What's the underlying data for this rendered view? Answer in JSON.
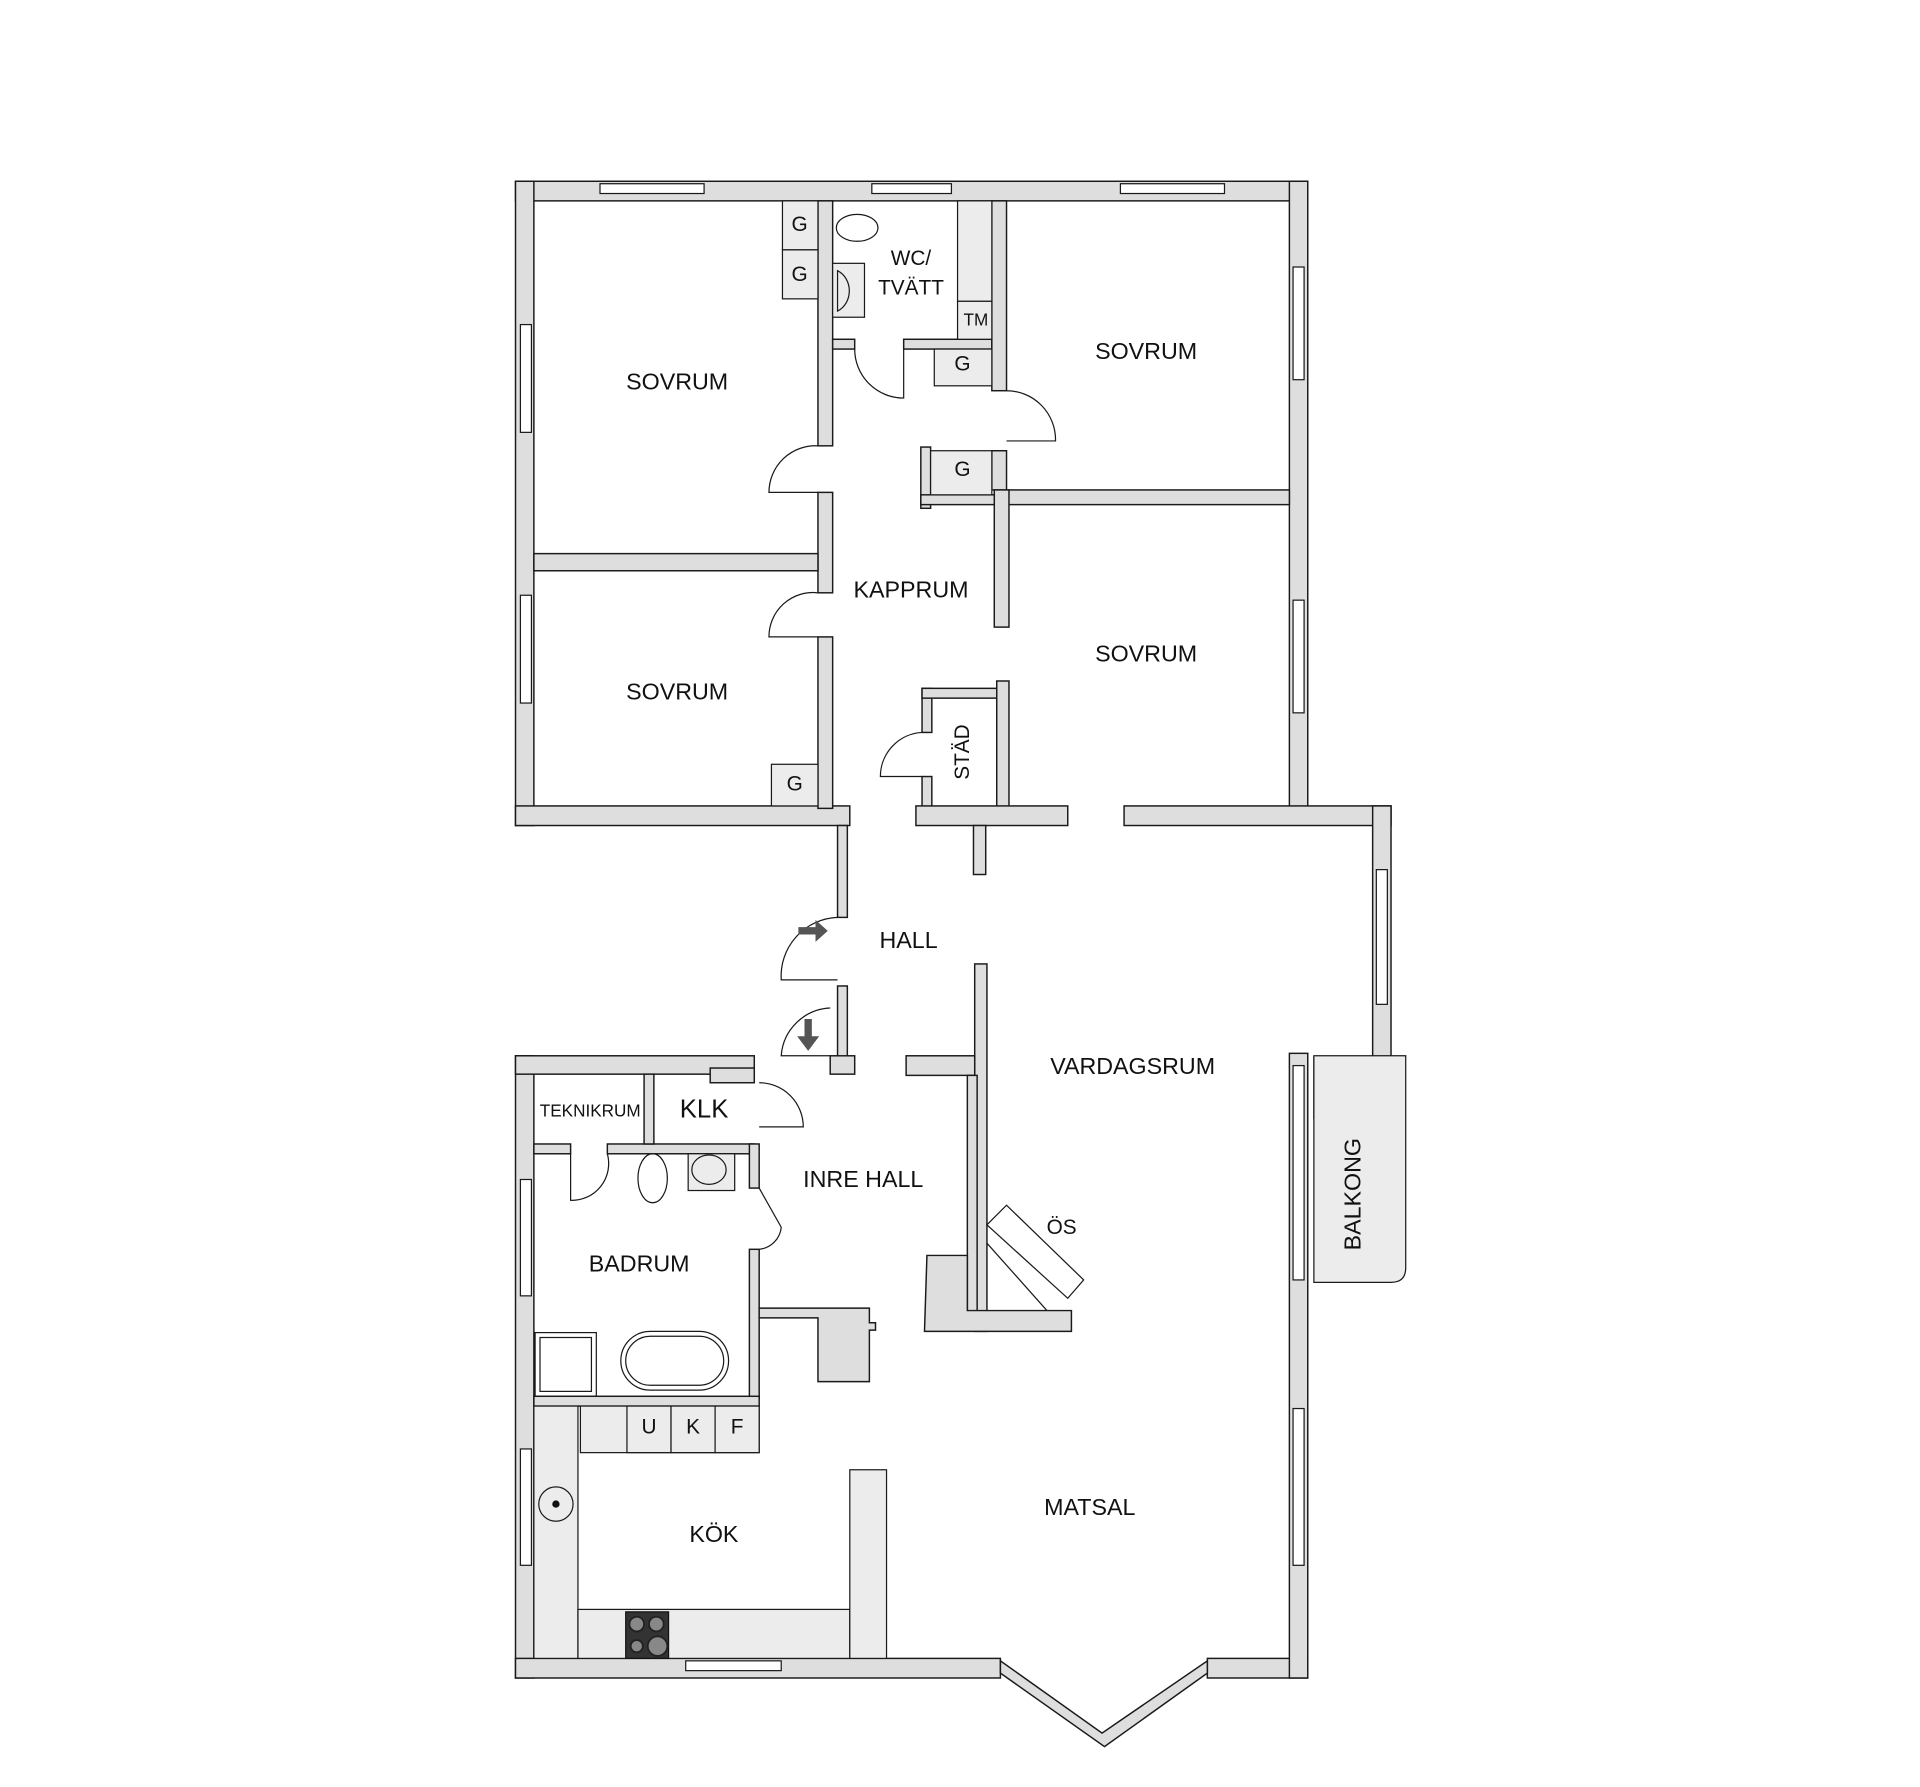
{
  "floorplan": {
    "rooms": {
      "sovrum_top_left": "SOVRUM",
      "sovrum_left": "SOVRUM",
      "sovrum_top_right": "SOVRUM",
      "sovrum_right": "SOVRUM",
      "wc": "WC/",
      "wc_line2": "TVÄTT",
      "kapprum": "KAPPRUM",
      "stad": "STÄD",
      "hall": "HALL",
      "vardagsrum": "VARDAGSRUM",
      "balkong": "BALKONG",
      "teknikrum": "TEKNIKRUM",
      "klk": "KLK",
      "inre_hall": "INRE HALL",
      "badrum": "BADRUM",
      "os": "ÖS",
      "kok": "KÖK",
      "matsal": "MATSAL"
    },
    "fixtures": {
      "wardrobe": "G",
      "tm": "TM",
      "appliance_u": "U",
      "appliance_k": "K",
      "appliance_f": "F"
    },
    "colors": {
      "wall_fill": "#dedede",
      "wall_stroke": "#1a1a1a",
      "background": "#ffffff"
    }
  }
}
